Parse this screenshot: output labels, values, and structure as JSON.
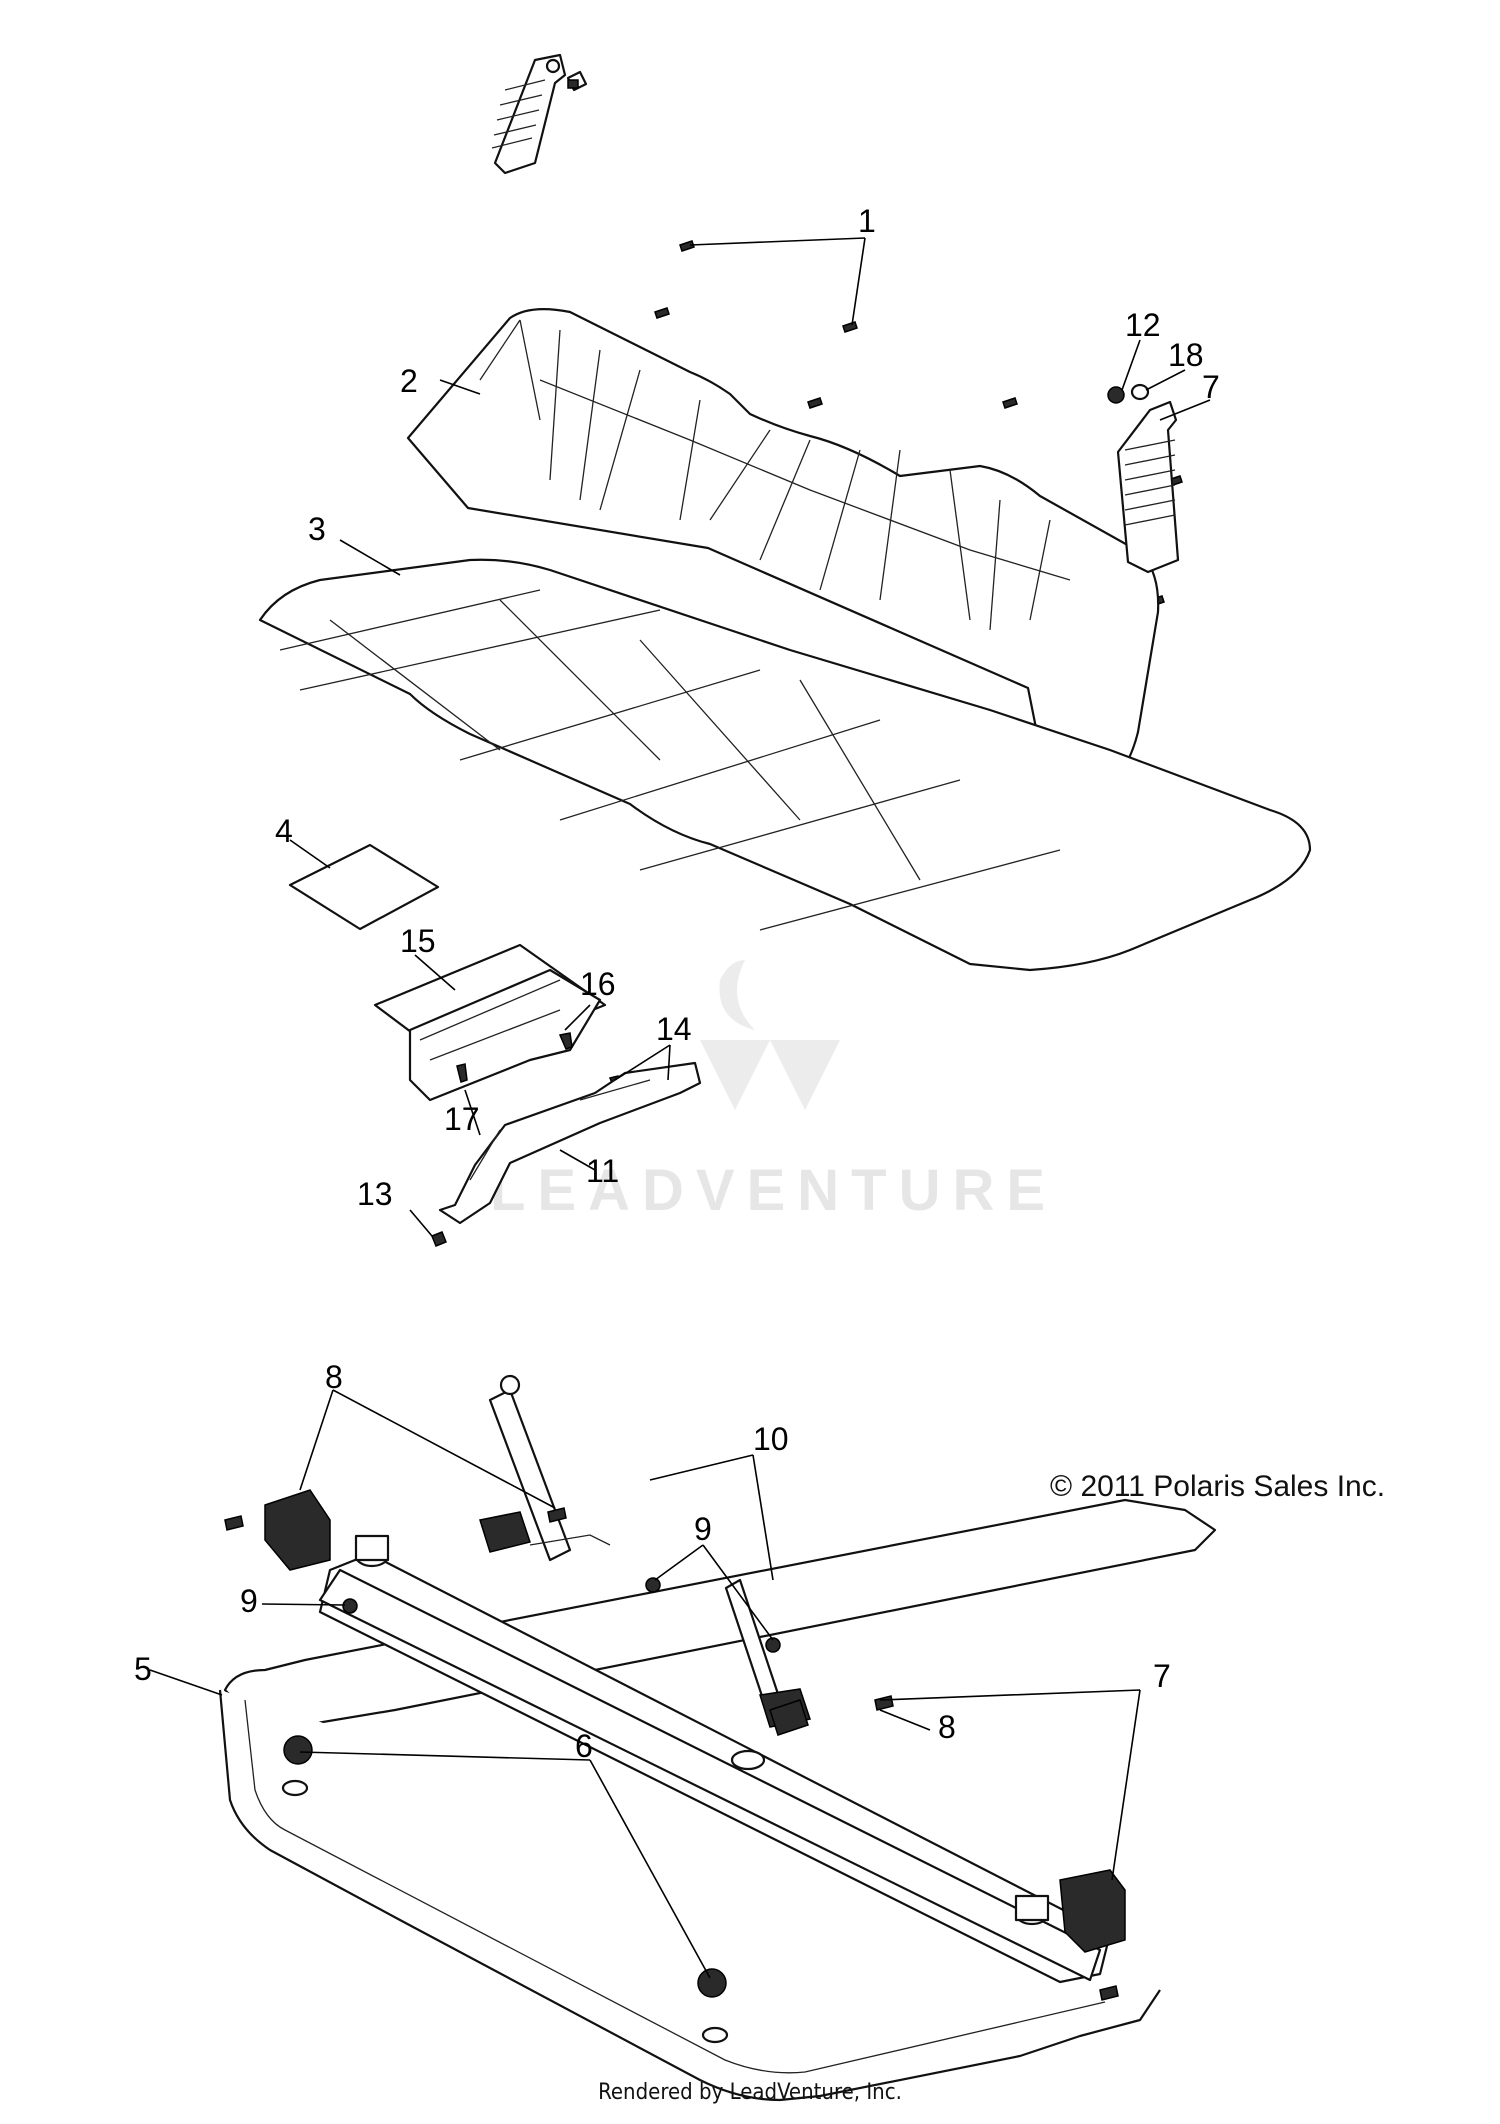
{
  "copyright": "© 2011 Polaris Sales Inc.",
  "footer": "Rendered by LeadVenture, Inc.",
  "watermark": "LEADVENTURE",
  "callouts": {
    "c1": "1",
    "c2": "2",
    "c3": "3",
    "c4": "4",
    "c5": "5",
    "c6a": "6",
    "c7a": "7",
    "c7b": "7",
    "c8a": "8",
    "c8b": "8",
    "c9a": "9",
    "c9b": "9",
    "c10": "10",
    "c11": "11",
    "c12": "12",
    "c13": "13",
    "c14": "14",
    "c15": "15",
    "c16": "16",
    "c17": "17",
    "c18": "18"
  }
}
